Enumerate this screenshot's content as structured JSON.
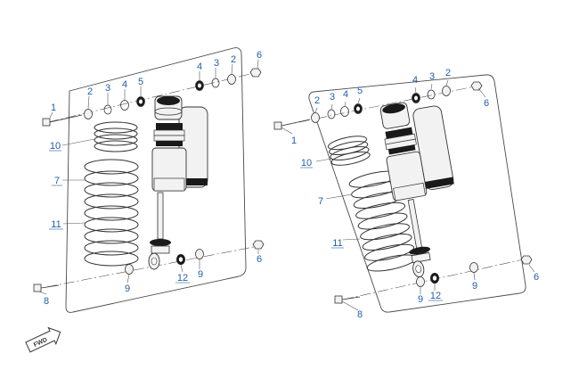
{
  "colors": {
    "callout": "#1f5fa8",
    "line": "#333333",
    "part_fill": "#f2f2f2",
    "dark_part": "#1a1a1a",
    "panel_border": "#4a4a4a"
  },
  "left_assembly": {
    "callouts": {
      "c1": "1",
      "c2": "2",
      "c3": "3",
      "c4": "4",
      "c5": "5",
      "c2b": "2",
      "c3b": "3",
      "c4b": "4",
      "c6a": "6",
      "c6b": "6",
      "c7": "7",
      "c8": "8",
      "c9a": "9",
      "c9b": "9",
      "c10": "10",
      "c11": "11",
      "c12": "12"
    }
  },
  "right_assembly": {
    "callouts": {
      "c1": "1",
      "c2": "2",
      "c3": "3",
      "c4": "4",
      "c5": "5",
      "c2b": "2",
      "c3b": "3",
      "c4b": "4",
      "c6a": "6",
      "c6b": "6",
      "c7": "7",
      "c8": "8",
      "c9a": "9",
      "c9b": "9",
      "c10": "10",
      "c11": "11",
      "c12": "12"
    }
  },
  "fwd_badge": {
    "label": "FWD",
    "icon": "forward-arrow-icon"
  }
}
